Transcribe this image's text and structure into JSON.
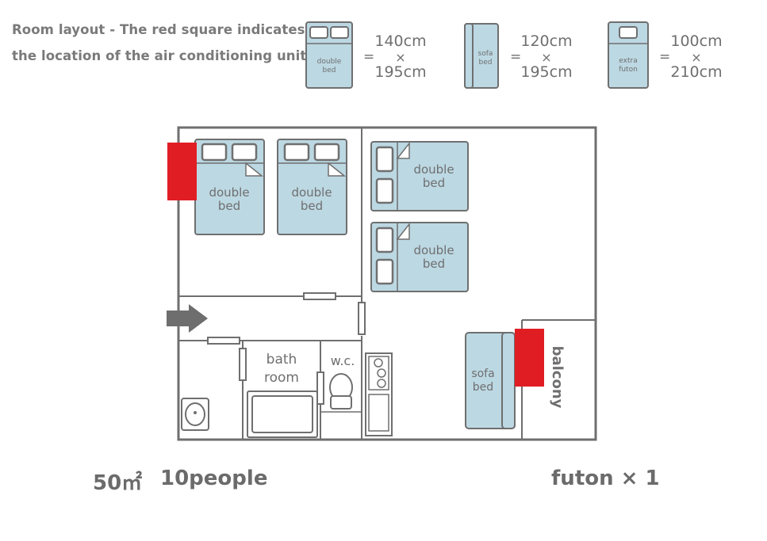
{
  "caption": {
    "line1": "Room layout - The red square indicates",
    "line2": "the location of the air conditioning units"
  },
  "legend": [
    {
      "icon": "double-bed-icon",
      "label_l1": "double",
      "label_l2": "bed",
      "eq": "=",
      "width": "140cm",
      "times": "×",
      "length": "195cm"
    },
    {
      "icon": "sofa-bed-icon",
      "label_l1": "sofa",
      "label_l2": "bed",
      "eq": "=",
      "width": "120cm",
      "times": "×",
      "length": "195cm"
    },
    {
      "icon": "extra-futon-icon",
      "label_l1": "extra",
      "label_l2": "futon",
      "eq": "=",
      "width": "100cm",
      "times": "×",
      "length": "210cm"
    }
  ],
  "plan": {
    "bed_l1": "double",
    "bed_l2": "bed",
    "sofa_l1": "sofa",
    "sofa_l2": "bed",
    "bath_l1": "bath",
    "bath_l2": "room",
    "wc": "w.c.",
    "balcony": "balcony"
  },
  "footer": {
    "area": "50㎡",
    "people": "10people",
    "futon": "futon × 1"
  },
  "colors": {
    "line": "#6f6f6f",
    "bed_fill": "#bcd8e3",
    "ac_red": "#e11d24",
    "text": "#6e6e6e"
  }
}
